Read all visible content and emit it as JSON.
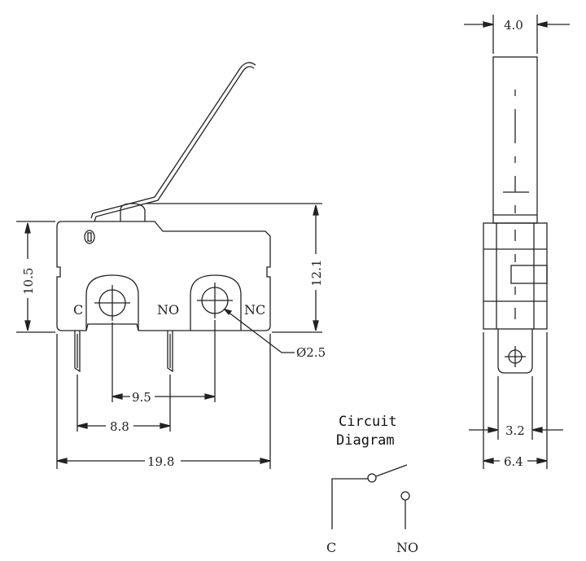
{
  "dimensions": {
    "height_body": "10.5",
    "height_total": "12.1",
    "pin_spacing_no": "9.5",
    "pin_spacing_c": "8.8",
    "length": "19.8",
    "hole_diameter": "Ø2.5",
    "thickness_top": "4.0",
    "thickness_inner": "3.2",
    "thickness_outer": "6.4"
  },
  "terminals": {
    "c": "C",
    "no": "NO",
    "nc": "NC"
  },
  "circuit": {
    "title_line1": "Circuit",
    "title_line2": "Diagram",
    "label_c": "C",
    "label_no": "NO"
  }
}
